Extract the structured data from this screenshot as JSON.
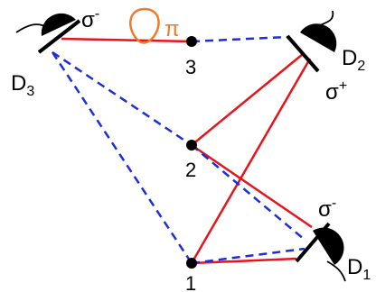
{
  "colors": {
    "red": "#e8141b",
    "blue": "#1d2ed8",
    "orange": "#f07a2a",
    "black": "#000000"
  },
  "nodes": [
    {
      "id": "1",
      "label": "1"
    },
    {
      "id": "2",
      "label": "2"
    },
    {
      "id": "3",
      "label": "3"
    }
  ],
  "detectors": [
    {
      "id": "D3",
      "name": "D",
      "sub": "3",
      "polarization": "σ",
      "pol_sup": "-"
    },
    {
      "id": "D2",
      "name": "D",
      "sub": "2",
      "polarization": "σ",
      "pol_sup": "+"
    },
    {
      "id": "D1",
      "name": "D",
      "sub": "1",
      "polarization": "σ",
      "pol_sup": "-"
    }
  ],
  "pi_label": "π",
  "links": [
    {
      "from": "D3",
      "to": "3",
      "style": "solid",
      "color": "red"
    },
    {
      "from": "3",
      "to": "D2",
      "style": "dashed",
      "color": "blue"
    },
    {
      "from": "2",
      "to": "D2",
      "style": "solid",
      "color": "red"
    },
    {
      "from": "1",
      "to": "D2",
      "style": "solid",
      "color": "red"
    },
    {
      "from": "D3",
      "to": "2",
      "style": "dashed",
      "color": "blue"
    },
    {
      "from": "D3",
      "to": "1",
      "style": "dashed",
      "color": "blue"
    },
    {
      "from": "2",
      "to": "D1",
      "style": "solid",
      "color": "red"
    },
    {
      "from": "2",
      "to": "D1",
      "style": "dashed",
      "color": "blue"
    },
    {
      "from": "1",
      "to": "D1",
      "style": "solid",
      "color": "red"
    },
    {
      "from": "1",
      "to": "D1",
      "style": "dashed",
      "color": "blue"
    }
  ]
}
